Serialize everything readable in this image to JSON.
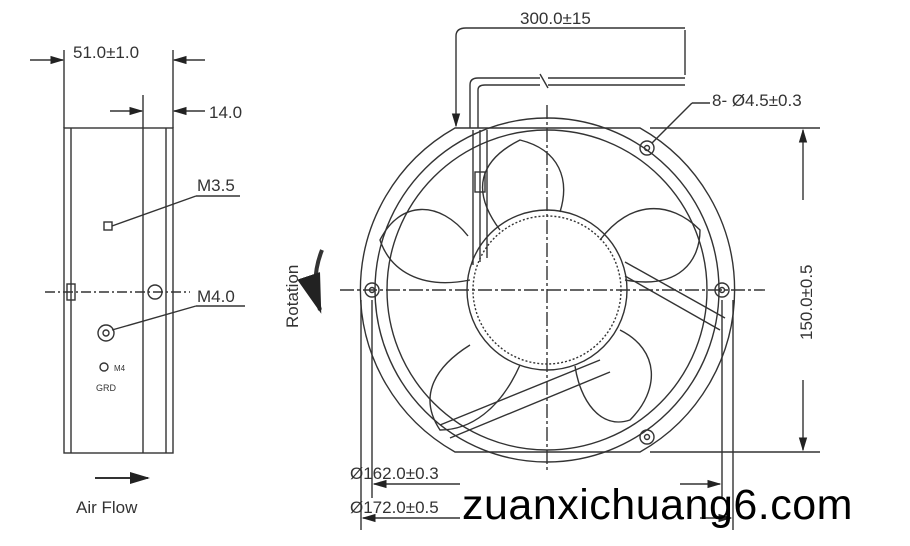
{
  "side_view": {
    "width_dim": "51.0±1.0",
    "depth_dim": "14.0",
    "screw_small": "M3.5",
    "screw_large": "M4.0",
    "ground_label": "GRD",
    "ground_screw": "M4",
    "airflow_label": "Air Flow"
  },
  "front_view": {
    "lead_length": "300.0±15",
    "mount_holes": "8- Ø4.5±0.3",
    "hole_spacing": "150.0±0.5",
    "inner_diameter": "Ø162.0±0.3",
    "outer_diameter": "Ø172.0±0.5",
    "rotation_label": "Rotation"
  },
  "watermark": "zuanxichuang6.com"
}
